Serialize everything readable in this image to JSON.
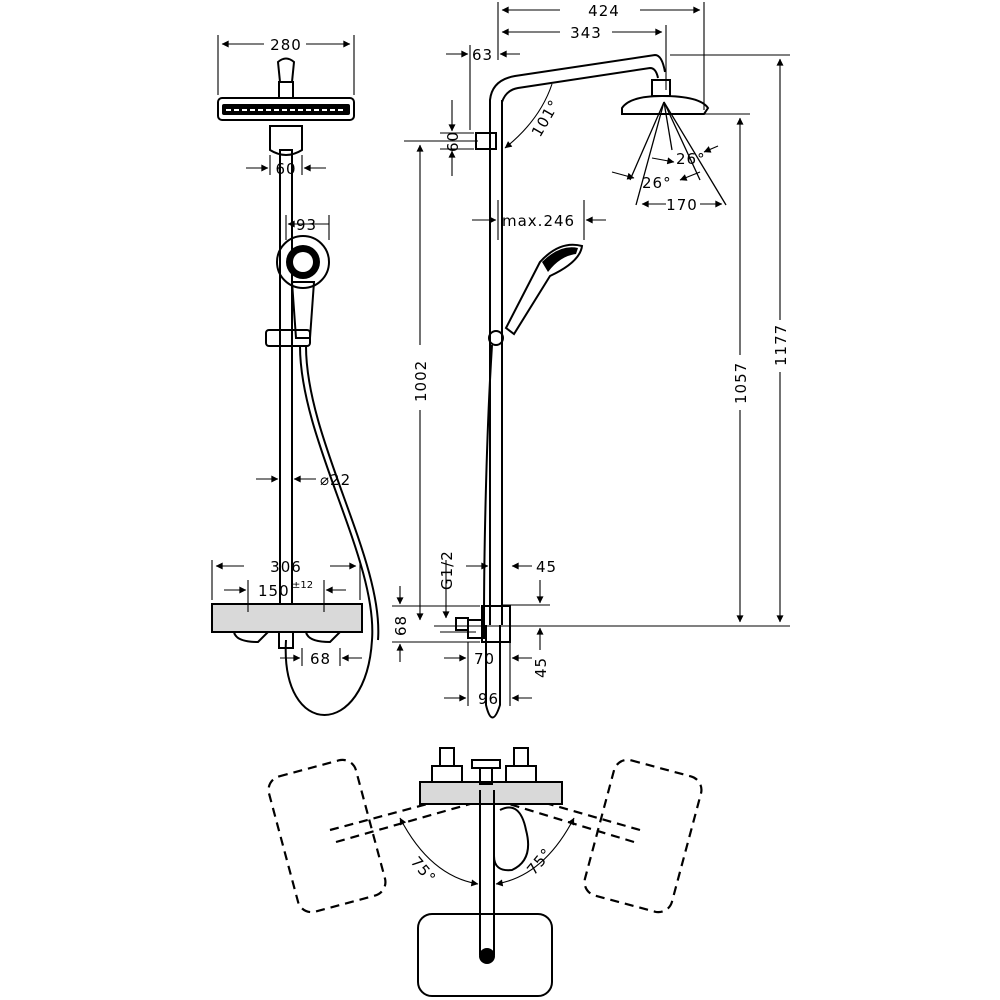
{
  "front_view": {
    "width_head": "280",
    "width_arm_mount": "60",
    "width_handshower": "93",
    "rail_diameter": "⌀22",
    "width_thermostat": "306",
    "connection_spacing": "150",
    "connection_tolerance": "±12",
    "width_outlet": "68"
  },
  "side_view": {
    "reach_total": "424",
    "reach_arm": "343",
    "wall_offset": "63",
    "mount_height": "60",
    "arm_angle": "101°",
    "spray_angle_right": "26°",
    "spray_angle_left": "26°",
    "head_diameter": "170",
    "handshower_reach": "max.246",
    "height_rail": "1002",
    "height_head": "1057",
    "height_total": "1177",
    "thread": "G1/2",
    "depth_top": "45",
    "depth_bottom": "45",
    "thermostat_height": "68",
    "depth_body": "70",
    "depth_total": "96"
  },
  "top_view": {
    "swivel_left": "75°",
    "swivel_right": "75°"
  }
}
